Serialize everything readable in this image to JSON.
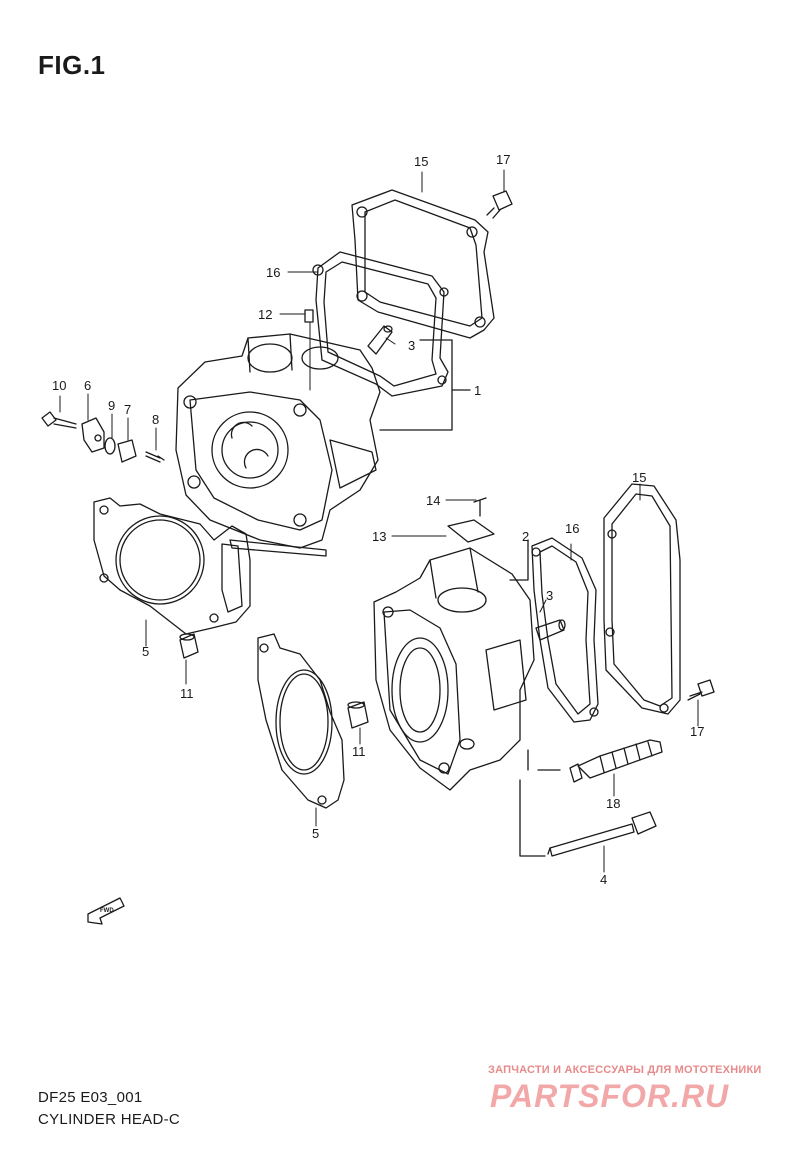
{
  "title": "FIG.1",
  "footer": {
    "code": "DF25 E03_001",
    "name": "CYLINDER HEAD-C"
  },
  "watermark": {
    "caption": "ЗАПЧАСТИ И АКСЕССУАРЫ ДЛЯ МОТОТЕХНИКИ",
    "logo": "PARTSFOR.RU"
  },
  "fwd_label": "FWD",
  "callouts": {
    "c15a": "15",
    "c17a": "17",
    "c16a": "16",
    "c12": "12",
    "c3a": "3",
    "c1": "1",
    "c10": "10",
    "c6": "6",
    "c9": "9",
    "c7": "7",
    "c8": "8",
    "c5a": "5",
    "c11a": "11",
    "c14": "14",
    "c13": "13",
    "c2": "2",
    "c16b": "16",
    "c15b": "15",
    "c3b": "3",
    "c17b": "17",
    "c11b": "11",
    "c5b": "5",
    "c18": "18",
    "c4": "4"
  },
  "colors": {
    "line": "#1a1a1a",
    "watermark": "#e88a8a"
  }
}
